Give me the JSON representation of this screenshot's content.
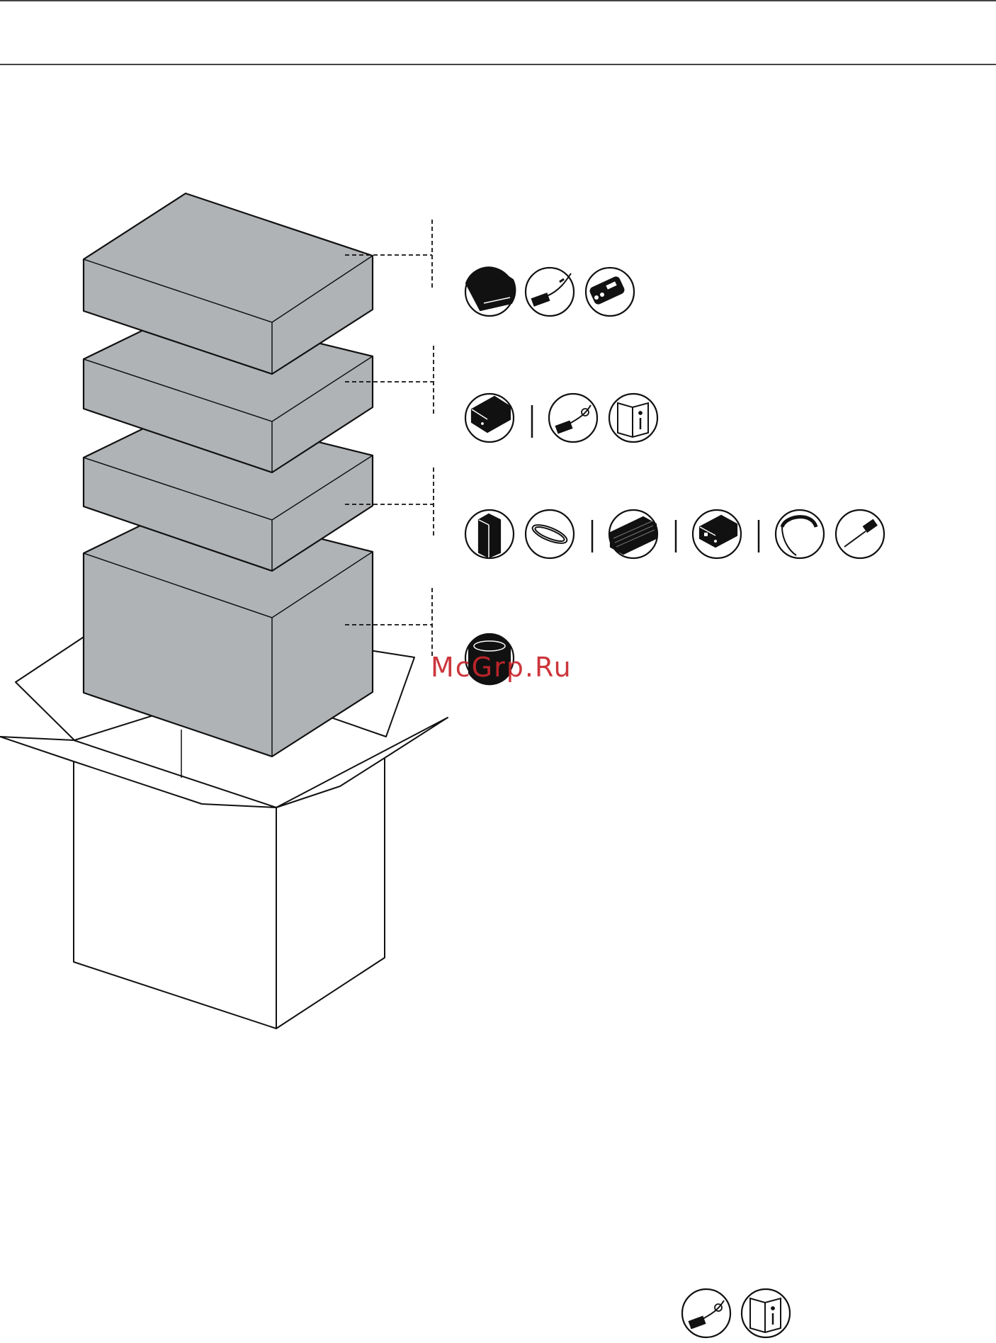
{
  "watermark": {
    "text": "McGrp.Ru"
  },
  "colors": {
    "box_fill": "#b0b3b5",
    "line": "#111111",
    "icon_fill": "#111111",
    "page": "#ffffff",
    "watermark": "#c8262c"
  },
  "layers": [
    {
      "id": "box-1",
      "contents": [
        "soundbar-icon",
        "hdmi-cable-icon",
        "remote-control-icon"
      ]
    },
    {
      "id": "box-2",
      "contents": [
        "power-adapter-icon",
        "power-cord-icon",
        "manual-icon"
      ]
    },
    {
      "id": "box-3",
      "contents": [
        "bass-module-icon",
        "cable-coil-icon",
        "speaker-grille-icon",
        "adaptiq-box-icon",
        "headset-icon",
        "ir-cable-icon"
      ]
    },
    {
      "id": "box-4",
      "contents": [
        "speaker-icon"
      ]
    }
  ],
  "footer": {
    "contents": [
      "power-cord-icon",
      "manual-icon"
    ]
  }
}
